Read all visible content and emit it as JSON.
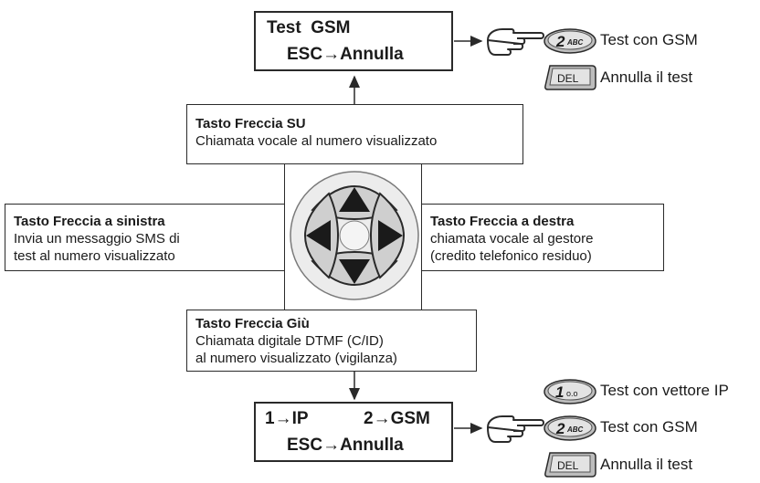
{
  "top_display": {
    "line1": "Test  GSM",
    "line2": "ESC→Annulla"
  },
  "top_keys": [
    {
      "key": "2abc",
      "label": "Test con GSM"
    },
    {
      "key": "del",
      "label": "Annulla il test"
    }
  ],
  "up": {
    "title": "Tasto Freccia SU",
    "lines": [
      "Chiamata vocale al numero visualizzato"
    ]
  },
  "left": {
    "title": "Tasto Freccia a sinistra",
    "lines": [
      "Invia un messaggio SMS di",
      "test al numero visualizzato"
    ]
  },
  "right": {
    "title": "Tasto Freccia a destra",
    "lines": [
      "chiamata vocale al gestore",
      "(credito telefonico residuo)"
    ]
  },
  "down": {
    "title": "Tasto Freccia Giù",
    "lines": [
      "Chiamata digitale DTMF (C/ID)",
      "al numero visualizzato (vigilanza)"
    ]
  },
  "bottom_display": {
    "line1_a": "1→IP",
    "line1_b": "2→GSM",
    "line2": "ESC→Annulla"
  },
  "bottom_keys": [
    {
      "key": "1",
      "label": "Test con vettore IP"
    },
    {
      "key": "2abc",
      "label": "Test con GSM"
    },
    {
      "key": "del",
      "label": "Annulla il test"
    }
  ],
  "key_glyphs": {
    "one": "1",
    "one_sub": "o.o",
    "two": "2",
    "two_sub": "ABC",
    "del": "DEL"
  }
}
